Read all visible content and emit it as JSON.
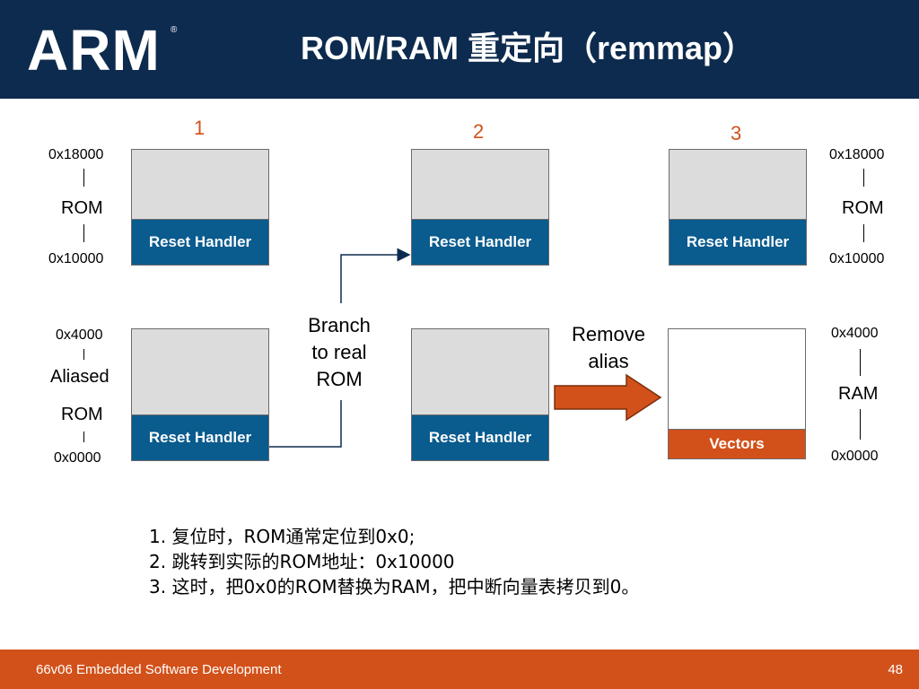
{
  "header": {
    "logo": "ARM",
    "logo_mark": "®",
    "title": "ROM/RAM 重定向（remmap）"
  },
  "diagram": {
    "stage_numbers": [
      "1",
      "2",
      "3"
    ],
    "left_labels": {
      "top_addr": "0x18000",
      "rom": "ROM",
      "mid_addr": "0x10000",
      "low_top_addr": "0x4000",
      "aliased": "Aliased",
      "aliased_rom": "ROM",
      "low_bottom_addr": "0x0000"
    },
    "right_labels": {
      "top_addr": "0x18000",
      "rom": "ROM",
      "mid_addr": "0x10000",
      "low_top_addr": "0x4000",
      "ram": "RAM",
      "low_bottom_addr": "0x0000"
    },
    "handler_label": "Reset Handler",
    "vectors_label": "Vectors",
    "branch_note": [
      "Branch",
      "to real",
      "ROM"
    ],
    "remove_note": [
      "Remove",
      "alias"
    ],
    "colors": {
      "navy": "#0d2b4e",
      "blue": "#0a5b8e",
      "orange": "#d2511a"
    }
  },
  "steps": [
    "1.  复位时，ROM通常定位到0x0;",
    "2.  跳转到实际的ROM地址：0x10000",
    "3.  这时，把0x0的ROM替换为RAM，把中断向量表拷贝到0。"
  ],
  "footer": {
    "course": "66v06 Embedded Software Development",
    "page": "48"
  }
}
